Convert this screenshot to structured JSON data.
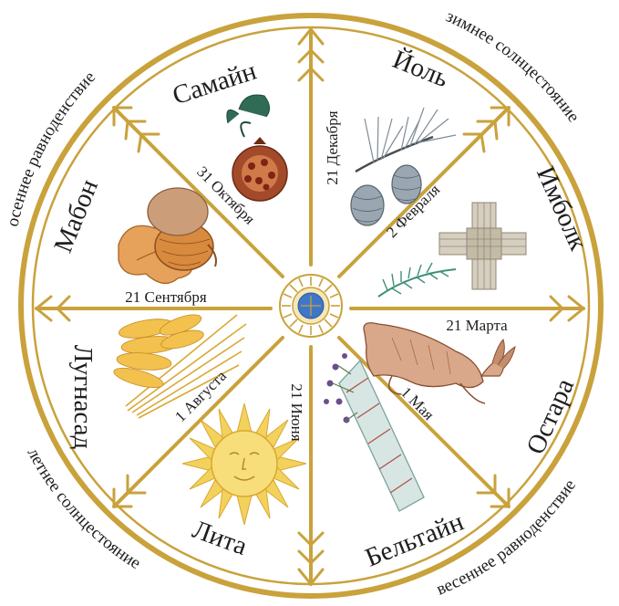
{
  "colors": {
    "gold": "#c9a23c",
    "gold_dark": "#a9812a",
    "ink": "#1e1e1e",
    "center_blue": "#3f77c6"
  },
  "seasons": {
    "autumn_equinox": "осеннее равноденствие",
    "winter_solstice": "зимнее солнцестояние",
    "spring_equinox": "весеннее равноденствие",
    "summer_solstice": "летнее солнцестояние"
  },
  "sabbats": {
    "samhain": "Самайн",
    "yule": "Йоль",
    "imbolc": "Имболк",
    "ostara": "Остара",
    "beltane": "Бельтайн",
    "litha": "Лита",
    "lughnasadh": "Лугнасад",
    "mabon": "Мабон"
  },
  "dates": {
    "samhain": "31 Октября",
    "yule": "21 Декабря",
    "imbolc": "2 Февраля",
    "ostara": "21 Марта",
    "beltane": "1 Мая",
    "litha": "21 Июня",
    "lughnasadh": "1 Августа",
    "mabon": "21 Сентября"
  },
  "illustrations": {
    "samhain": "pomegranate-icon",
    "yule": "pine-branch-icon",
    "imbolc": "brigid-cross-icon",
    "ostara": "hare-icon",
    "beltane": "herb-bundle-icon",
    "litha": "sun-face-icon",
    "lughnasadh": "wheat-icon",
    "mabon": "acorn-icon"
  }
}
